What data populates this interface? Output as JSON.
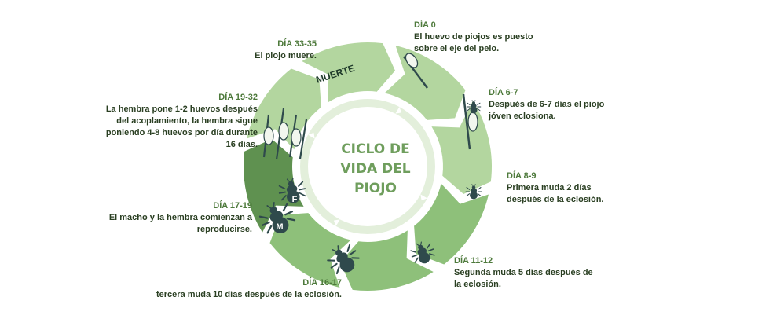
{
  "title_lines": [
    "CICLO DE",
    "VIDA DEL",
    "PIOJO"
  ],
  "death_banner": "MUERTE",
  "stages": [
    {
      "id": "dia-0",
      "day": "DÍA 0",
      "text": "El huevo de piojos es puesto sobre el eje del pelo.",
      "icon": "egg-on-hair-icon"
    },
    {
      "id": "dia-6-7",
      "day": "DÍA 6-7",
      "text": "Después de 6-7 días el  piojo jóven eclosiona.",
      "icon": "hatching-nymph-icon"
    },
    {
      "id": "dia-8-9",
      "day": "DÍA 8-9",
      "text": "Primera muda 2 días después de la eclosión.",
      "icon": "small-louse-icon"
    },
    {
      "id": "dia-11-12",
      "day": "DÍA 11-12",
      "text": "Segunda muda 5 días después de la eclosión.",
      "icon": "medium-louse-icon"
    },
    {
      "id": "dia-16-17",
      "day": "DÍA 16-17",
      "text": "tercera muda 10 días después de la eclosión.",
      "icon": "large-louse-icon"
    },
    {
      "id": "dia-17-19",
      "day": "DÍA 17-19",
      "text": "El macho y la hembra comienzan a reproducirse.",
      "icon": "mating-lice-icon",
      "male_mark": "M",
      "female_mark": "F"
    },
    {
      "id": "dia-19-32",
      "day": "DÍA 19-32",
      "text": "La hembra pone 1-2 huevos después del acoplamiento, la hembra sigue poniendo 4-8 huevos por día durante 16 días.",
      "icon": "eggs-on-hairs-icon"
    },
    {
      "id": "dia-33-35",
      "day": "DÍA 33-35",
      "text": "El piojo muere.",
      "icon": "death-banner-icon"
    }
  ],
  "colors": {
    "segment_light": "#b3d69f",
    "segment_mid": "#8ec07a",
    "segment_dark": "#5f9150",
    "ring": "#e3efdb",
    "title": "#6f9e5d",
    "day": "#4e7a3c",
    "text": "#2a3f22",
    "louse": "#2f4a4c"
  }
}
